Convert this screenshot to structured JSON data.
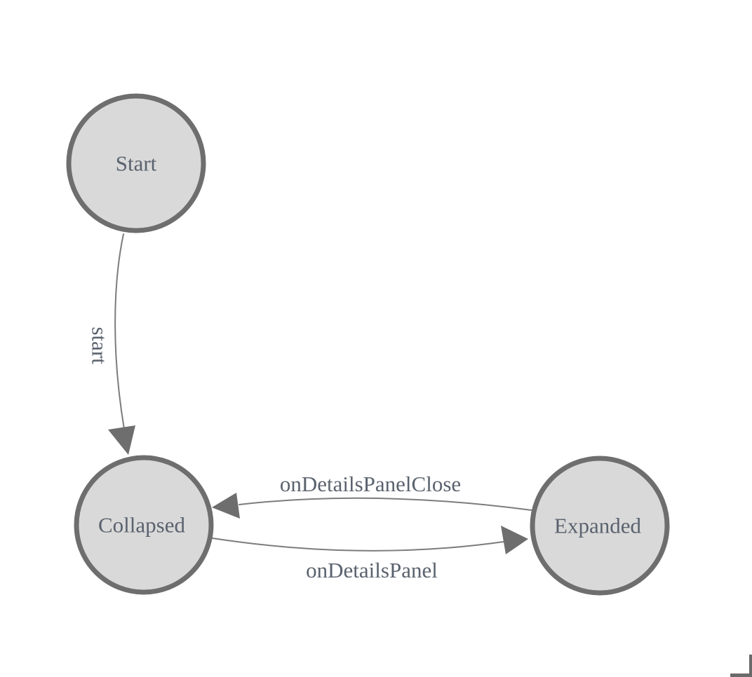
{
  "diagram": {
    "type": "state-machine",
    "background": "#ffffff",
    "nodes": [
      {
        "id": "start",
        "label": "Start"
      },
      {
        "id": "collapsed",
        "label": "Collapsed"
      },
      {
        "id": "expanded",
        "label": "Expanded"
      }
    ],
    "edges": [
      {
        "id": "start-to-collapsed",
        "from": "Start",
        "to": "Collapsed",
        "label": "start"
      },
      {
        "id": "expanded-to-collapsed",
        "from": "Expanded",
        "to": "Collapsed",
        "label": "onDetailsPanelClose"
      },
      {
        "id": "collapsed-to-expanded",
        "from": "Collapsed",
        "to": "Expanded",
        "label": "onDetailsPanel"
      }
    ],
    "colors": {
      "node_fill": "#d9d9d9",
      "node_stroke": "#6e6e6e",
      "edge_stroke": "#7c7c7c",
      "arrow_fill": "#6e6e6e",
      "label_text": "#5a626e",
      "corner_mark": "#6b6b6b"
    }
  }
}
